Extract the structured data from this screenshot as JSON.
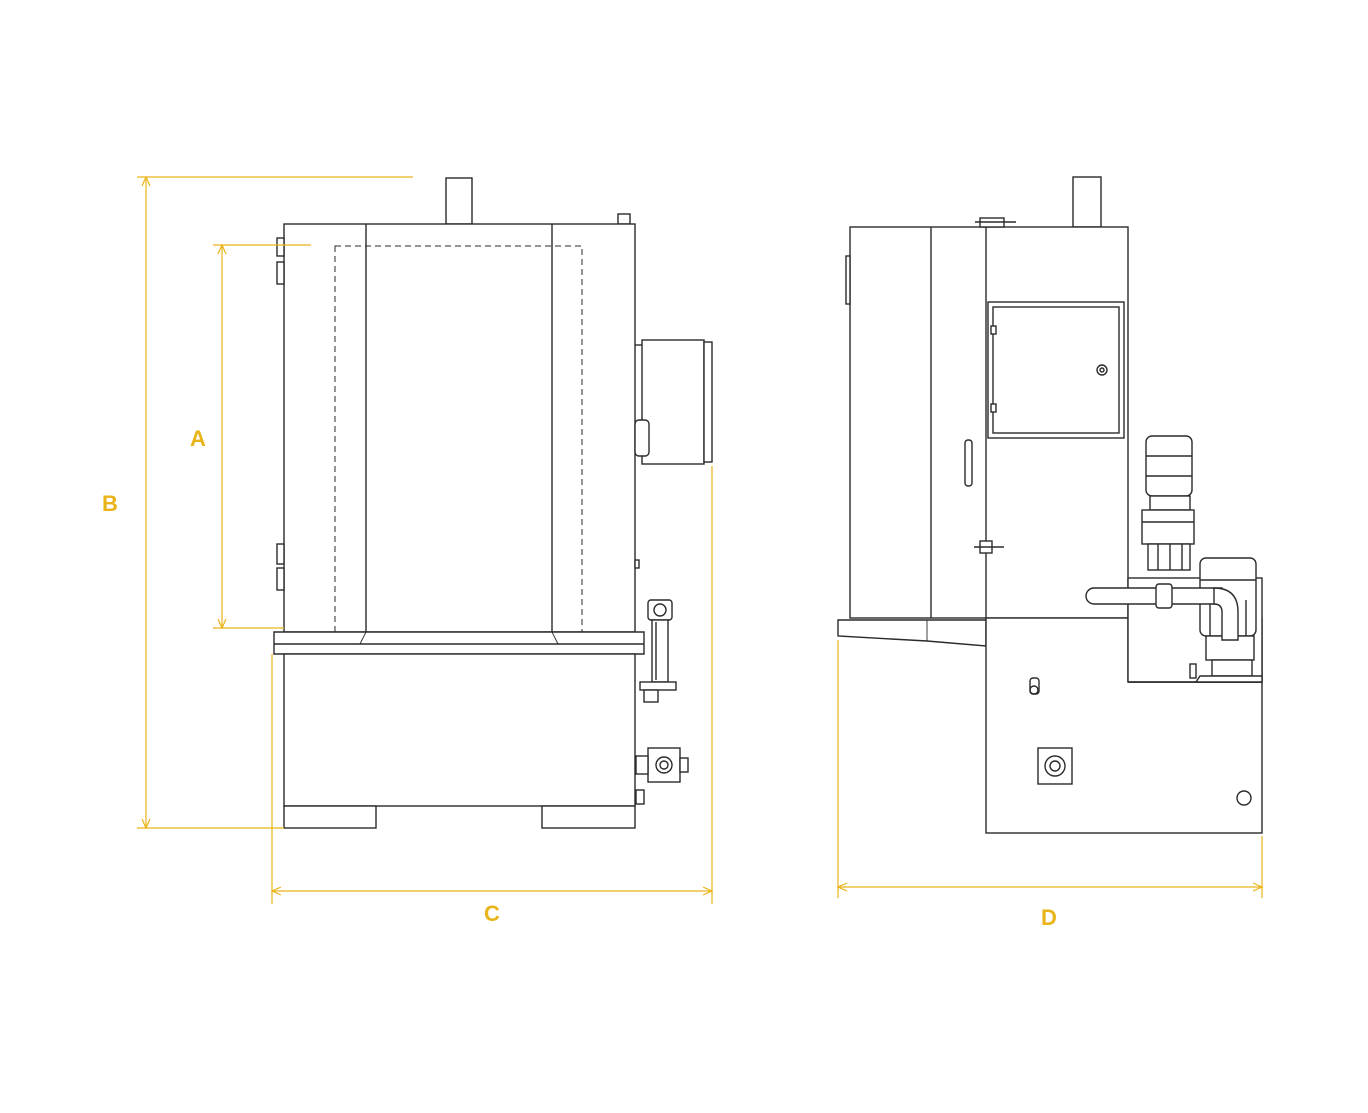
{
  "colors": {
    "dimension": "#e8b41a",
    "outline": "#2a2a2a",
    "background": "#ffffff"
  },
  "dimensions": {
    "a": "A",
    "b": "B",
    "c": "C",
    "d": "D"
  }
}
